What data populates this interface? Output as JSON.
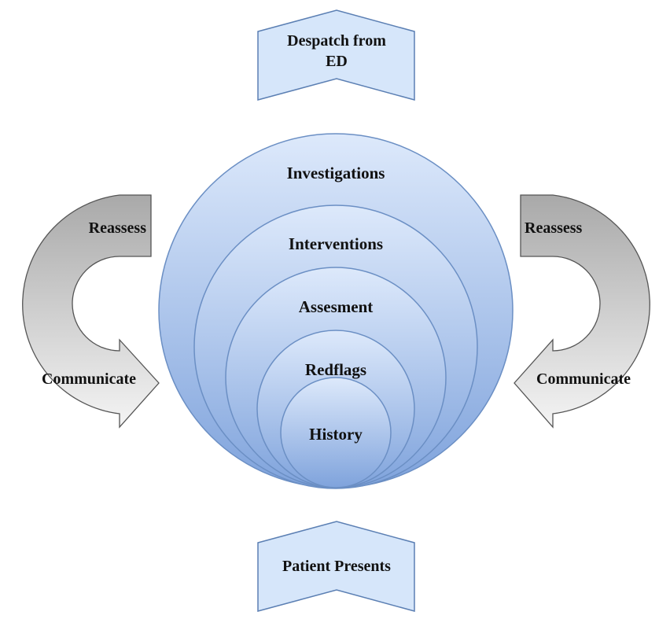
{
  "top_box": {
    "line1": "Despatch from",
    "line2": "ED"
  },
  "bottom_box": {
    "label": "Patient Presents"
  },
  "circles": {
    "c1": "Investigations",
    "c2": "Interventions",
    "c3": "Assesment",
    "c4": "Redflags",
    "c5": "History"
  },
  "left_arrow": {
    "top_label": "Reassess",
    "bottom_label": "Communicate"
  },
  "right_arrow": {
    "top_label": "Reassess",
    "bottom_label": "Communicate"
  },
  "colors": {
    "box_fill": "#d6e6fa",
    "box_stroke": "#5b7fb3",
    "circle_stroke": "#6b8fc4",
    "arrow_stroke": "#555555"
  }
}
